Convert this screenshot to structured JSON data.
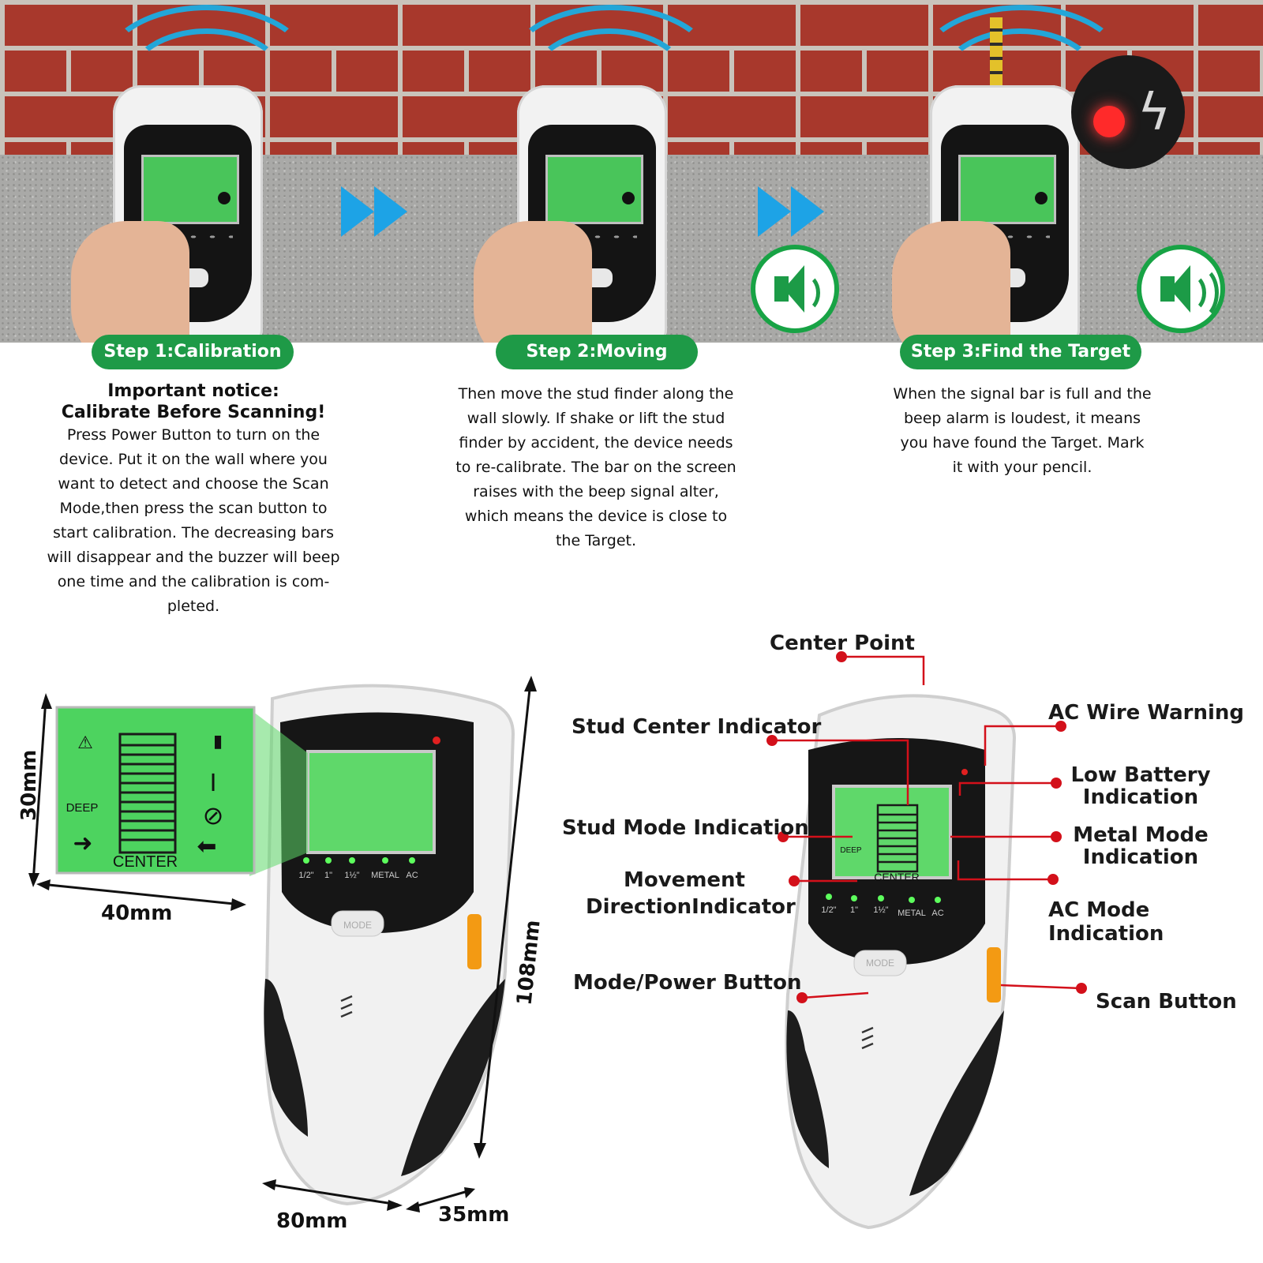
{
  "colors": {
    "accent_green": "#1e9a47",
    "arrow_blue": "#1da3e6",
    "callout_red": "#d3101a",
    "lcd_green": "#49c55a"
  },
  "icons": [
    "wave-icon",
    "chevron-right-icon",
    "speaker-icon",
    "alarm-icon",
    "lightning-icon"
  ],
  "steps": [
    {
      "pill": "Step 1:Calibration",
      "notice_l1": "Important notice:",
      "notice_l2": "Calibrate Before Scanning!",
      "lines": [
        "Press Power Button to turn on the",
        "device. Put it on the wall where you",
        "want to detect and choose the Scan",
        "Mode,then press the scan button to",
        "start calibration. The decreasing bars",
        "will disappear and the buzzer will beep",
        "one time and the calibration is com-",
        "pleted."
      ]
    },
    {
      "pill": "Step 2:Moving",
      "lines": [
        "Then move the stud finder along the",
        "wall slowly. If shake or lift the stud",
        "finder by accident, the device needs",
        "to re-calibrate. The bar on the screen",
        "raises with the beep signal alter,",
        "which means the device is close to",
        "the Target."
      ]
    },
    {
      "pill": "Step 3:Find the Target",
      "lines": [
        "When the signal bar is full and the",
        "beep alarm is loudest, it means",
        "you have found the Target. Mark",
        "it with your pencil."
      ]
    }
  ],
  "device": {
    "center_text": "CENTER",
    "deep_text": "DEEP",
    "mode_text": "MODE",
    "modes": [
      "1/2\"",
      "1\"",
      "1½\"",
      "METAL",
      "AC"
    ]
  },
  "dimensions": {
    "screen_h": "30mm",
    "screen_w": "40mm",
    "height": "108mm",
    "width": "80mm",
    "depth": "35mm"
  },
  "callouts": {
    "center_point": "Center Point",
    "stud_center": "Stud Center Indicator",
    "stud_mode": "Stud Mode Indication",
    "movement_l1": "Movement",
    "movement_l2": "DirectionIndicator",
    "mode_power": "Mode/Power Button",
    "ac_warning": "AC Wire Warning",
    "low_battery_l1": "Low Battery",
    "low_battery_l2": "Indication",
    "metal_l1": "Metal Mode",
    "metal_l2": "Indication",
    "ac_mode": "AC Mode Indication",
    "scan": "Scan Button"
  }
}
